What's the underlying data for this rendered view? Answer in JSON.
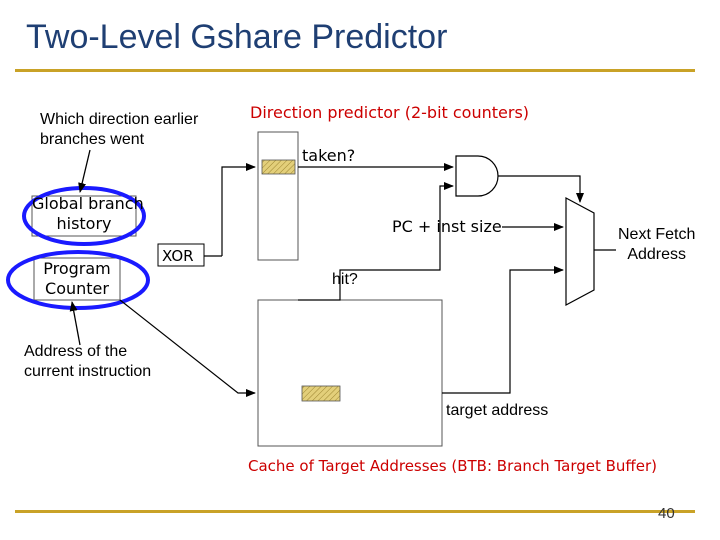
{
  "slide": {
    "title": "Two-Level Gshare Predictor",
    "page_number": "40"
  },
  "labels": {
    "which_direction": [
      "Which direction earlier",
      "branches went"
    ],
    "direction_predictor": "Direction predictor (2-bit counters)",
    "taken": "taken?",
    "global_branch_history": [
      "Global branch",
      "history"
    ],
    "program_counter": [
      "Program",
      "Counter"
    ],
    "xor": "XOR",
    "pc_inst_size": "PC + inst size",
    "next_fetch_address": [
      "Next Fetch",
      "Address"
    ],
    "hit": "hit?",
    "address_current": [
      "Address of the",
      "current instruction"
    ],
    "target_address": "target address",
    "btb_caption": "Cache of Target Addresses (BTB: Branch Target Buffer)"
  },
  "colors": {
    "title": "#1f3f73",
    "rule": "#c9a227",
    "caption_red": "#cc0000",
    "highlight_ring": "#1a1aff",
    "hatched_entry": "#e3cf7a"
  }
}
